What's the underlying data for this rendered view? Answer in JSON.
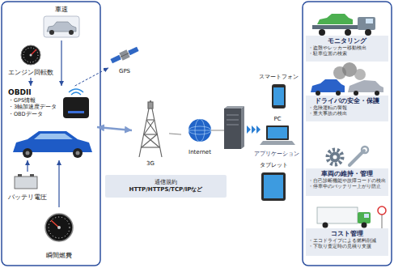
{
  "diagram": {
    "nodes": [
      {
        "text": [
          "車速"
        ]
      },
      {
        "text": [
          "エンジン回転数"
        ]
      },
      {
        "text": [
          "OBDII",
          "・GPS情報",
          "・3軸加速度データ",
          "・OBDデータ"
        ]
      },
      {
        "text": [
          "バッテリ電圧"
        ]
      },
      {
        "text": [
          "瞬間燃費"
        ]
      },
      {
        "text": [
          "GPS"
        ]
      },
      {
        "text": [
          "3G"
        ]
      },
      {
        "text": [
          "Internet"
        ]
      },
      {
        "text": [
          "通信規約",
          "HTTP/HTTPS/TCP/IPなど"
        ]
      },
      {
        "text": [
          "スマートフォン"
        ]
      },
      {
        "text": [
          "PC"
        ]
      },
      {
        "text": [
          "タブレット"
        ]
      },
      {
        "text": [
          "モニタリング",
          "・盗難やレッカー移動検出",
          "・駐車位置の検索"
        ]
      },
      {
        "text": [
          "ドライバの安全・保護",
          "・危険運転の警報",
          "・重大事故の検出"
        ]
      },
      {
        "text": [
          "車両の維持・管理",
          "・自己診断機能や故障コードの検出",
          "・停車中のバッテリー上がり防止"
        ]
      },
      {
        "text": [
          "コスト管理",
          "・エコドライブによる燃料削減",
          "・下取り査定時の見積り支援"
        ]
      }
    ],
    "edges": [
      {
        "from": 0,
        "to": 2,
        "arrow": "to"
      },
      {
        "from": 1,
        "to": 2,
        "arrow": "to"
      },
      {
        "from": 3,
        "to": 2,
        "arrow": "to"
      },
      {
        "from": 4,
        "to": 2,
        "arrow": "to"
      },
      {
        "from": 2,
        "to": 5,
        "arrow": "to"
      },
      {
        "from": 2,
        "to": 6,
        "arrow": "both"
      },
      {
        "from": 6,
        "to": 7,
        "arrow": "none"
      }
    ],
    "labels": [
      "アプリケーション"
    ]
  }
}
